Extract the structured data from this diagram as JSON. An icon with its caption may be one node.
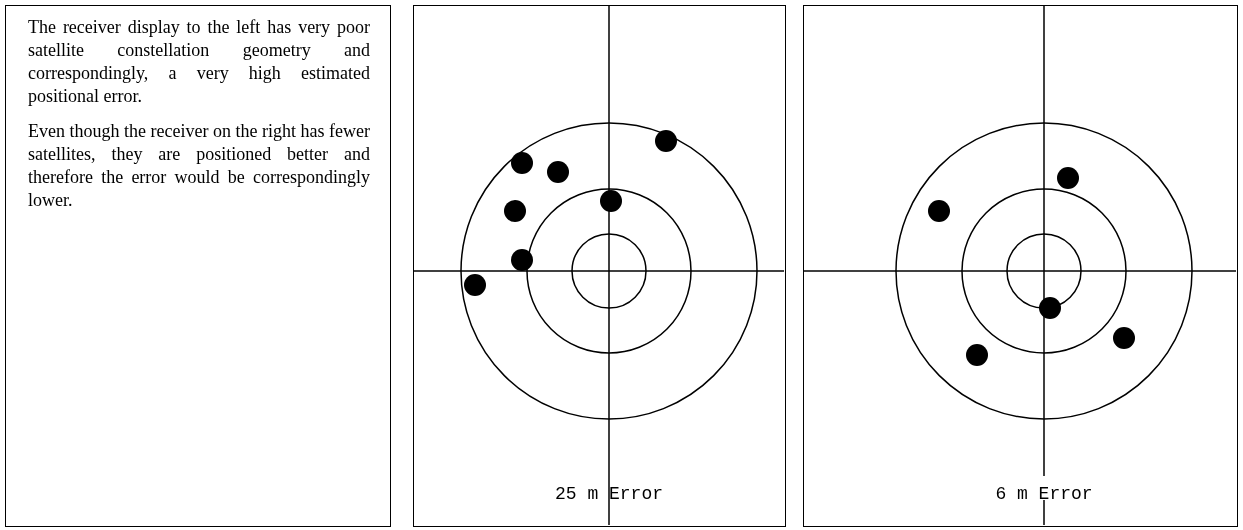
{
  "diagram": {
    "nodes": [
      {
        "text": [
          "The receiver display to the left has very poor satellite constellation geometry and correspondingly, a very high estimated positional error.",
          "Even though the receiver on the right has fewer satellites, they are positioned better and therefore the error would be correspondingly lower."
        ]
      },
      {
        "text": [
          "25 m Error"
        ]
      },
      {
        "text": [
          "6 m Error"
        ]
      }
    ]
  }
}
